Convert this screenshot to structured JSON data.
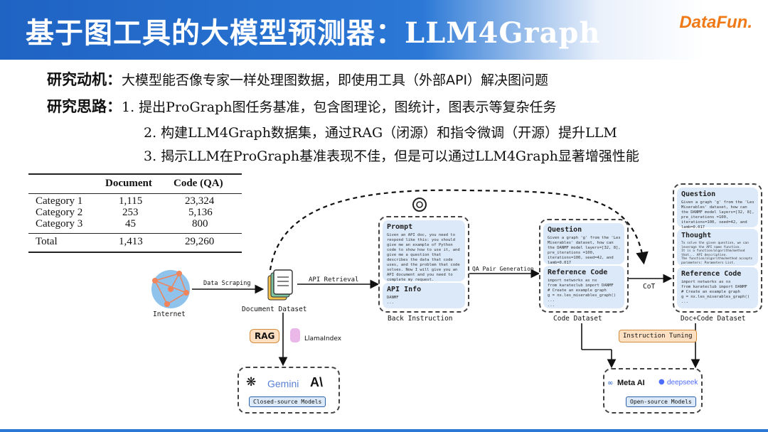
{
  "header": {
    "title": "基于图工具的大模型预测器：LLM4Graph",
    "logo": "DataFun."
  },
  "bullets": {
    "motivation_label": "研究动机：",
    "motivation_text": "大模型能否像专家一样处理图数据，即使用工具（外部API）解决图问题",
    "approach_label": "研究思路：",
    "approach_items": [
      "1. 提出ProGraph图任务基准，包含图理论，图统计，图表示等复杂任务",
      "2. 构建LLM4Graph数据集，通过RAG（闭源）和指令微调（开源）提升LLM",
      "3. 揭示LLM在ProGraph基准表现不佳，但是可以通过LLM4Graph显著增强性能"
    ]
  },
  "table": {
    "headers": [
      "",
      "Document",
      "Code (QA)"
    ],
    "rows": [
      [
        "Category 1",
        "1,115",
        "23,324"
      ],
      [
        "Category 2",
        "253",
        "5,136"
      ],
      [
        "Category 3",
        "45",
        "800"
      ]
    ],
    "total": [
      "Total",
      "1,413",
      "29,260"
    ]
  },
  "diagram": {
    "internet_label": "Internet",
    "data_scraping": "Data Scraping",
    "document_dataset": "Document Dataset",
    "api_retrieval": "API Retrieval",
    "prompt_title": "Prompt",
    "prompt_body": "Given an API doc, you need to respond like this: you should give me an example of Python code to show how to use it, and give me a question that describes the data that code uses, and the problem that code solves. Now I will give you an API document and you need to complete my request.",
    "api_info_title": "API Info",
    "api_info_body": "DANMF\n...",
    "back_instruction": "Back Instruction",
    "qa_pair_generation": "QA Pair Generation",
    "question_title": "Question",
    "question_body": "Given a graph 'g' from the 'Les Miserables' dataset, how can the DANMF model layers=[32, 8], pre_iterations =100, iterations=100, seed=42, and lamb=0.017",
    "reference_code_title": "Reference Code",
    "reference_code_body": "import networkx as nx\nfrom karateclub import DANMF\n# Create an example graph\ng = nx.les_miserables_graph()\n...\n...",
    "code_dataset": "Code Dataset",
    "cot": "CoT",
    "q2_title": "Question",
    "q2_body": "Given a graph 'g' from the 'Les Miserables' dataset, how can the DANMF model layers=[32, 8], pre_iterations =100, iterations=100, seed=42, and lamb=0.017",
    "thought_title": "Thought",
    "thought_body": "To solve the given question, we can leverage the API name function.\nIt is a function/algorithm/method that... API description.\nThe function/algorithm/method accepts parameters: Parameters List.\n\nHere is the Python code:",
    "rc2_title": "Reference Code",
    "rc2_body": "import networkx as nx\nfrom karateclub import DANMF\n# Create an example graph\ng = nx.les_miserables_graph()\n...",
    "doc_code_dataset": "Doc+Code Dataset",
    "rag": "RAG",
    "llamaindex": "LlamaIndex",
    "instruction_tuning": "Instruction Tuning",
    "gemini": "Gemini",
    "anthropic": "A\\",
    "closed_models": "Closed-source Models",
    "meta_ai": "Meta AI",
    "deepseek": "deepseek",
    "open_models": "Open-source Models"
  },
  "colors": {
    "header_blue": "#1f63c3",
    "card_blue": "#dce9f8",
    "tag_orange": "#fde0c2",
    "logo_orange": "#f07a17"
  }
}
